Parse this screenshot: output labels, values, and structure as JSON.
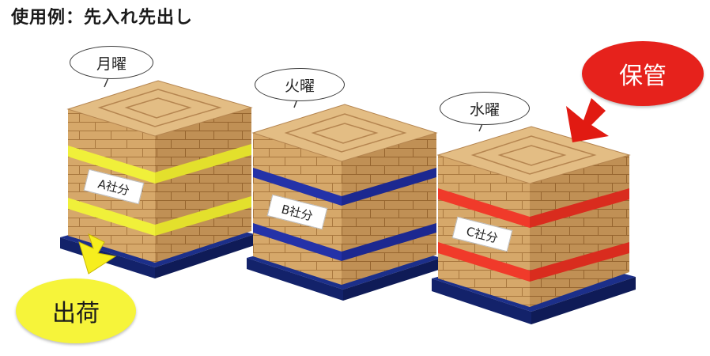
{
  "title": "使用例：先入れ先出し",
  "pallets": [
    {
      "day": "月曜",
      "company": "A社分",
      "band_color": "#f0f03a"
    },
    {
      "day": "火曜",
      "company": "B社分",
      "band_color": "#2432a8"
    },
    {
      "day": "水曜",
      "company": "C社分",
      "band_color": "#f03a2a"
    }
  ],
  "labels": {
    "storage": "保管",
    "shipping": "出荷"
  },
  "colors": {
    "box_front": "#d6a86a",
    "box_side": "#c09055",
    "box_top": "#e3bd84",
    "pallet": "#1c2f8a",
    "storage_oval": "#e6221c",
    "shipping_oval": "#f6f43a",
    "arrow_red": "#e11a12",
    "arrow_yellow": "#f6ee1e"
  }
}
